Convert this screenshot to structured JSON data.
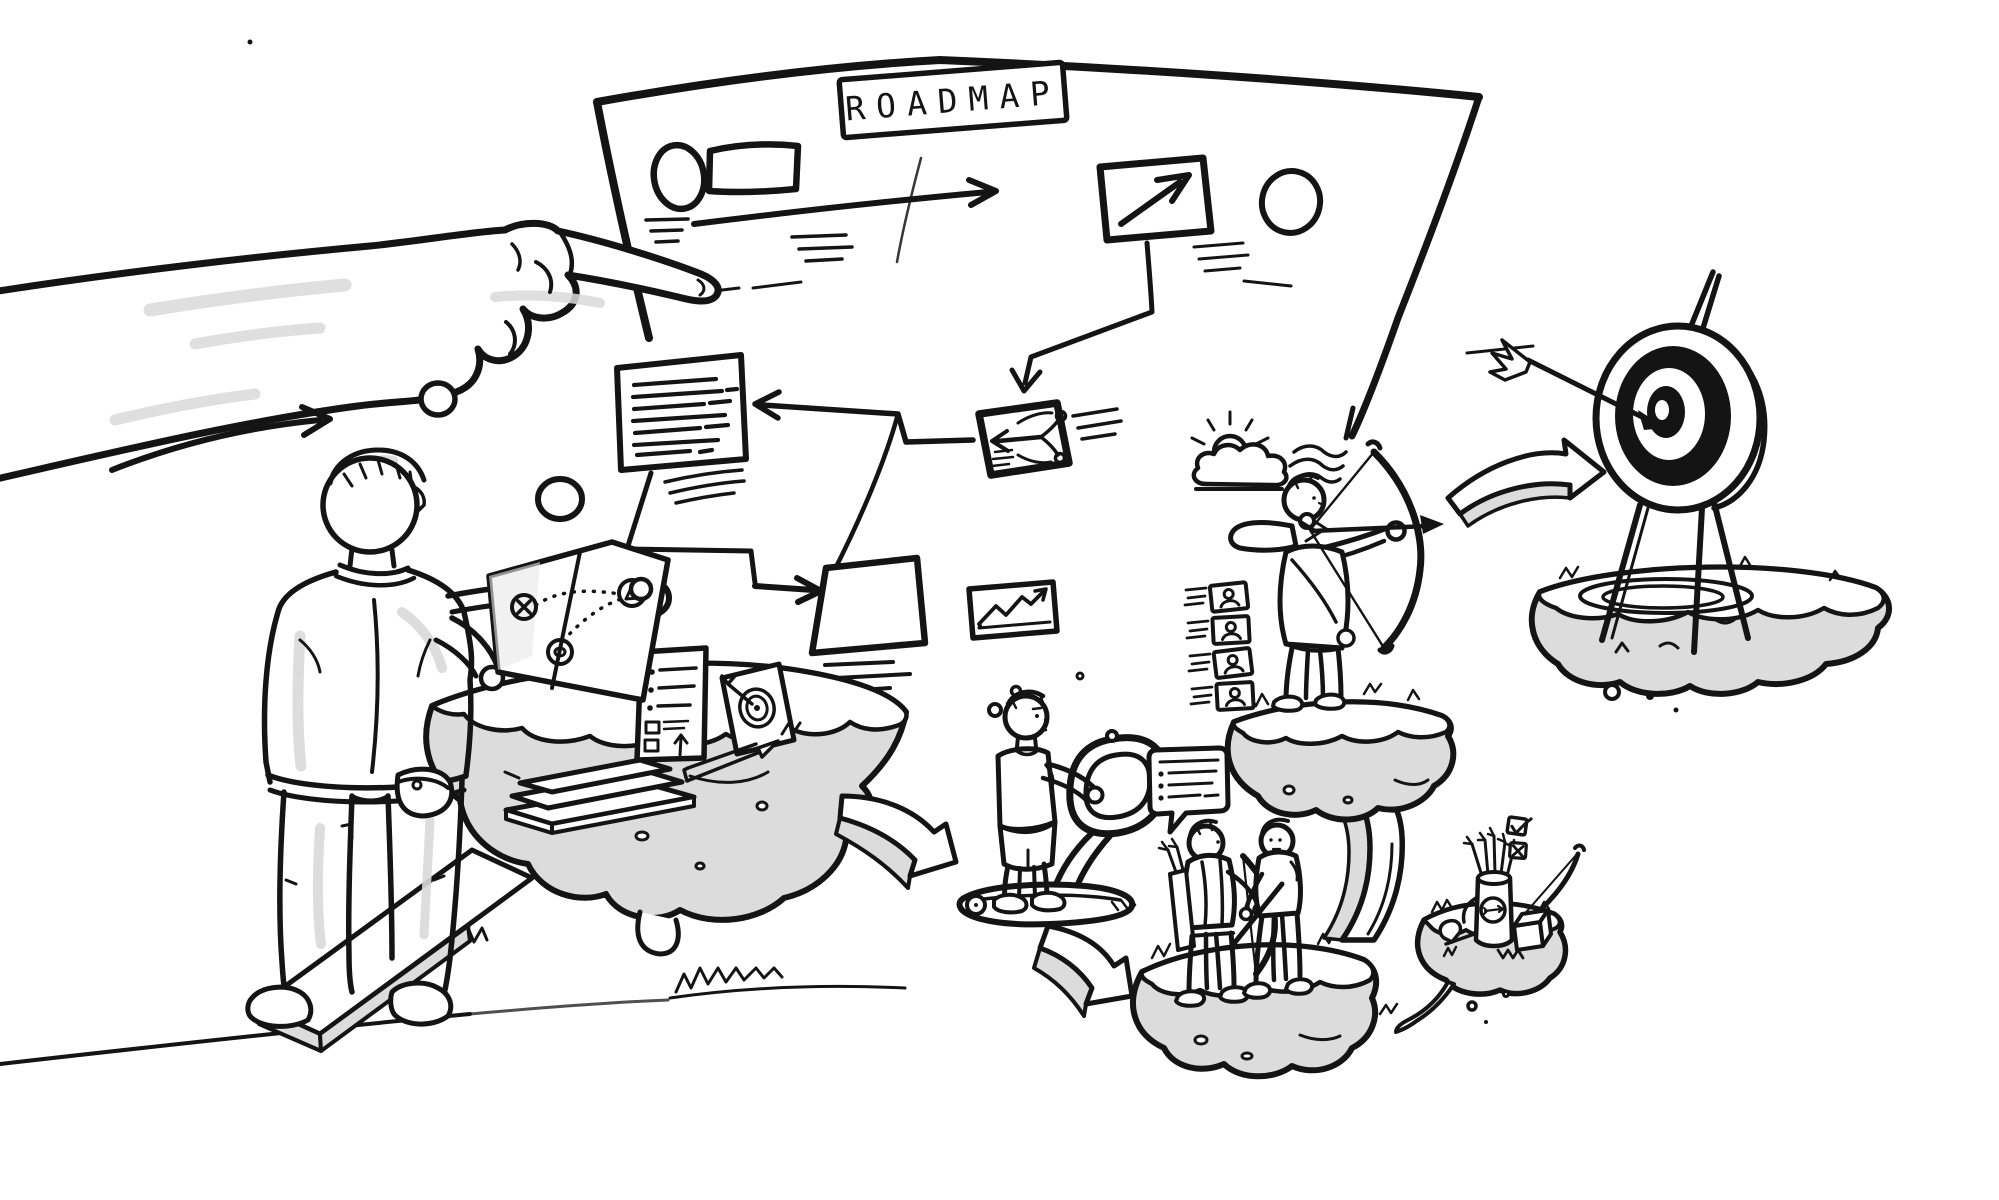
{
  "scene": {
    "type": "hand-drawn-illustration",
    "description": "Hand-drawn sketch: a giant hand points at a ROADMAP board while a planner studies a map; floating islands carry a preparation table, a rider on a scooter, two people discussing with a bow, an archer, and a quiver of arrows, leading to an arrow hitting a bullseye target.",
    "colors": {
      "ink": "#141414",
      "shade": "#dcdcdc",
      "highlight": "#d9d9d9",
      "background": "#ffffff"
    }
  },
  "board": {
    "title": "ROADMAP"
  },
  "icons": {
    "trend-arrow-icon": "arrow-up-right in box",
    "strategy-icon": "left arrow branching to two nodes",
    "growth-chart-icon": "zigzag line rising with arrow",
    "notes-document-icon": "sheet with scribbled text lines",
    "sticky-note-icon": "blank tilted note",
    "checklist-icon": "sheet with bullets, boxes and up arrow",
    "bullseye-card-icon": "card with concentric rings and dart",
    "pencil-icon": "pencil",
    "map-icon": "route map with x-marks and waypoints",
    "thought-bubbles-icon": "ascending circles",
    "speech-bubble-icon": "balloon with bulleted lines",
    "sun-cloud-icon": "sun behind cloud with rays",
    "wind-icon": "wavy lines",
    "user-card-icon": "portrait card with person bust",
    "checkbox-checked-icon": "box with check mark",
    "checkbox-cross-icon": "box with x mark",
    "quiver-icon": "quiver full of arrows with emblem",
    "bow-icon": "archery bow",
    "crate-icon": "small cube",
    "target-icon": "standing bullseye pierced by arrow",
    "block-arrow-icon": "thick 3d curved arrow"
  }
}
